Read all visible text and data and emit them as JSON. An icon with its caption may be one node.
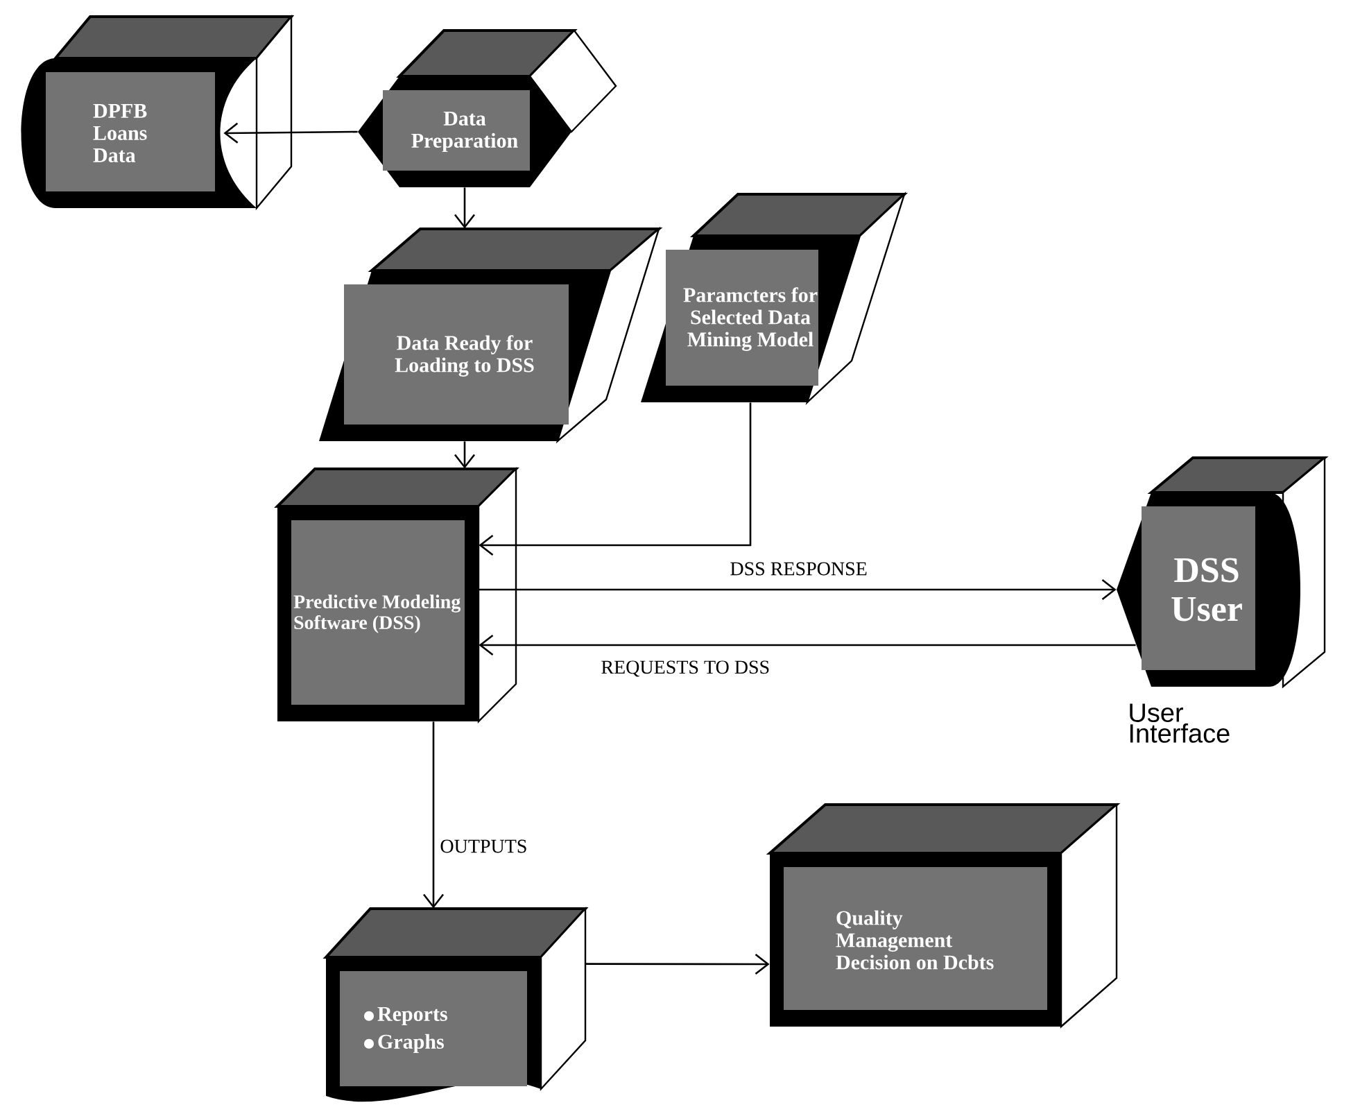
{
  "diagram": {
    "nodes": [
      {
        "text": [
          "DPFB Loans Data"
        ]
      },
      {
        "text": [
          "Data Preparation"
        ]
      },
      {
        "text": [
          "Data Ready for Loading to DSS"
        ]
      },
      {
        "text": [
          "Paramcters for Selected Data Mining Model"
        ]
      },
      {
        "text": [
          "Predictive Modeling Software (DSS)"
        ]
      },
      {
        "text": [
          "DSS User"
        ],
        "beside": [
          "User Interface"
        ]
      },
      {
        "text": [
          "Reports",
          "Graphs"
        ]
      },
      {
        "text": [
          "Quality Management Decision on Dcbts"
        ]
      }
    ],
    "edges": [
      {
        "from": 1,
        "to": 0,
        "arrow": "to"
      },
      {
        "from": 1,
        "to": 2,
        "arrow": "to"
      },
      {
        "from": 3,
        "to": 4,
        "arrow": "to"
      },
      {
        "from": 4,
        "to": 5,
        "arrow": "to",
        "label": "DSS RESPONSE"
      },
      {
        "from": 2,
        "to": 4,
        "arrow": "to"
      },
      {
        "from": 5,
        "to": 4,
        "arrow": "to",
        "label": "REQUESTS TO DSS"
      },
      {
        "from": 4,
        "to": 6,
        "arrow": "to",
        "label": "OUTPUTS"
      },
      {
        "from": 6,
        "to": 7,
        "arrow": "to"
      }
    ]
  }
}
